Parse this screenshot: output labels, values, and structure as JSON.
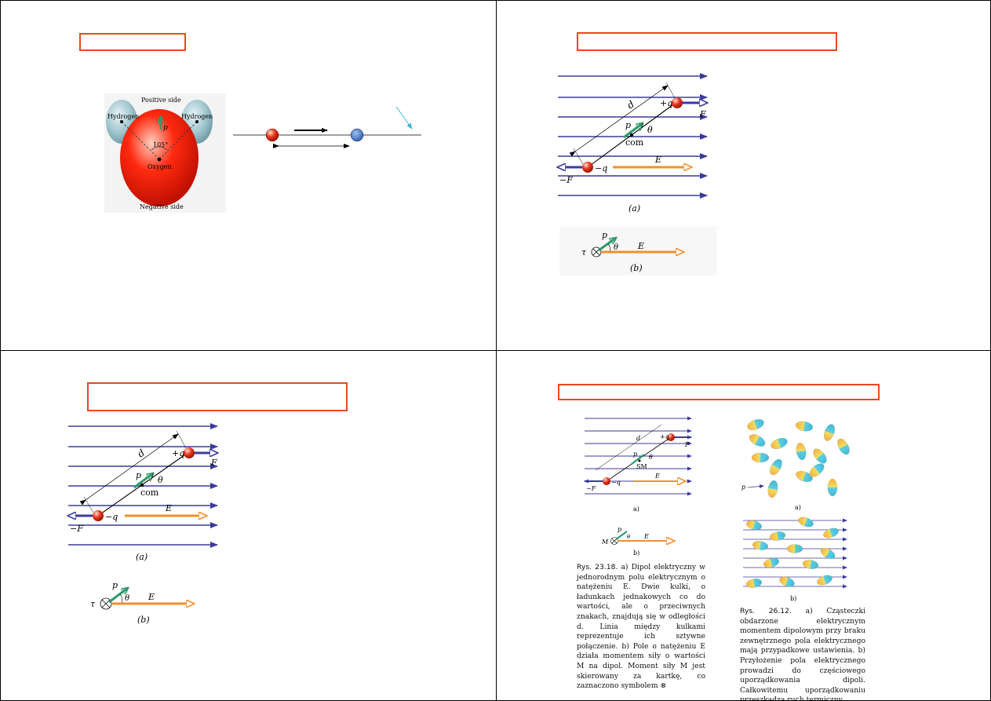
{
  "slide1": {
    "molecule": {
      "positive_side": "Positive side",
      "negative_side": "Negative side",
      "hydrogen_left": "Hydrogen",
      "hydrogen_right": "Hydrogen",
      "oxygen": "Oxygen",
      "angle": "105°",
      "dipole_symbol": "p"
    }
  },
  "dipole_fig": {
    "plus_q": "+q",
    "minus_q": "−q",
    "force": "F",
    "minus_force": "−F",
    "distance": "d",
    "dipole": "p",
    "theta": "θ",
    "com": "com",
    "field": "E",
    "label_a": "(a)",
    "label_b": "(b)",
    "torque": "τ"
  },
  "slide4": {
    "fig_left": {
      "plus_q": "+q",
      "minus_q": "−q",
      "force": "F",
      "minus_force": "−F",
      "distance": "d",
      "dipole": "p",
      "theta": "θ",
      "com": "SM",
      "field": "E",
      "label_a": "a)",
      "label_b": "b)",
      "moment": "M"
    },
    "fig_right": {
      "dipole": "p",
      "label_a": "a)",
      "label_b": "b)"
    },
    "caption_left_num": "Rys. 23.18.",
    "caption_left_text": "a) Dipol elektryczny w jednorodnym polu elektrycznym o natężeniu E. Dwie kulki, o ładunkach jednakowych co do wartości, ale o przeciwnych znakach, znajdują się w odległości d. Linia między kulkami reprezentuje ich sztywne połączenie. b) Pole o natężeniu E działa momentem siły o wartości M na dipol. Moment siły M jest skierowany za kartkę, co zaznaczono symbolem ⊗",
    "caption_right_num": "Rys. 26.12.",
    "caption_right_text": "a) Cząsteczki obdarzone elektrycznym momentem dipolowym przy braku zewnętrznego pola elektrycznego mają przypadkowe ustawienia. b) Przyłożenie pola elektrycznego prowadzi do częściowego uporządkowania dipoli. Całkowitemu uporządkowaniu przeszkadza ruch termiczny"
  },
  "colors": {
    "title_border": "#e84a1c",
    "field_line": "#3b3b9c",
    "field_arrow": "#f0902a",
    "dipole_arrow": "#2e9a6a",
    "charge": "#e03a24"
  }
}
